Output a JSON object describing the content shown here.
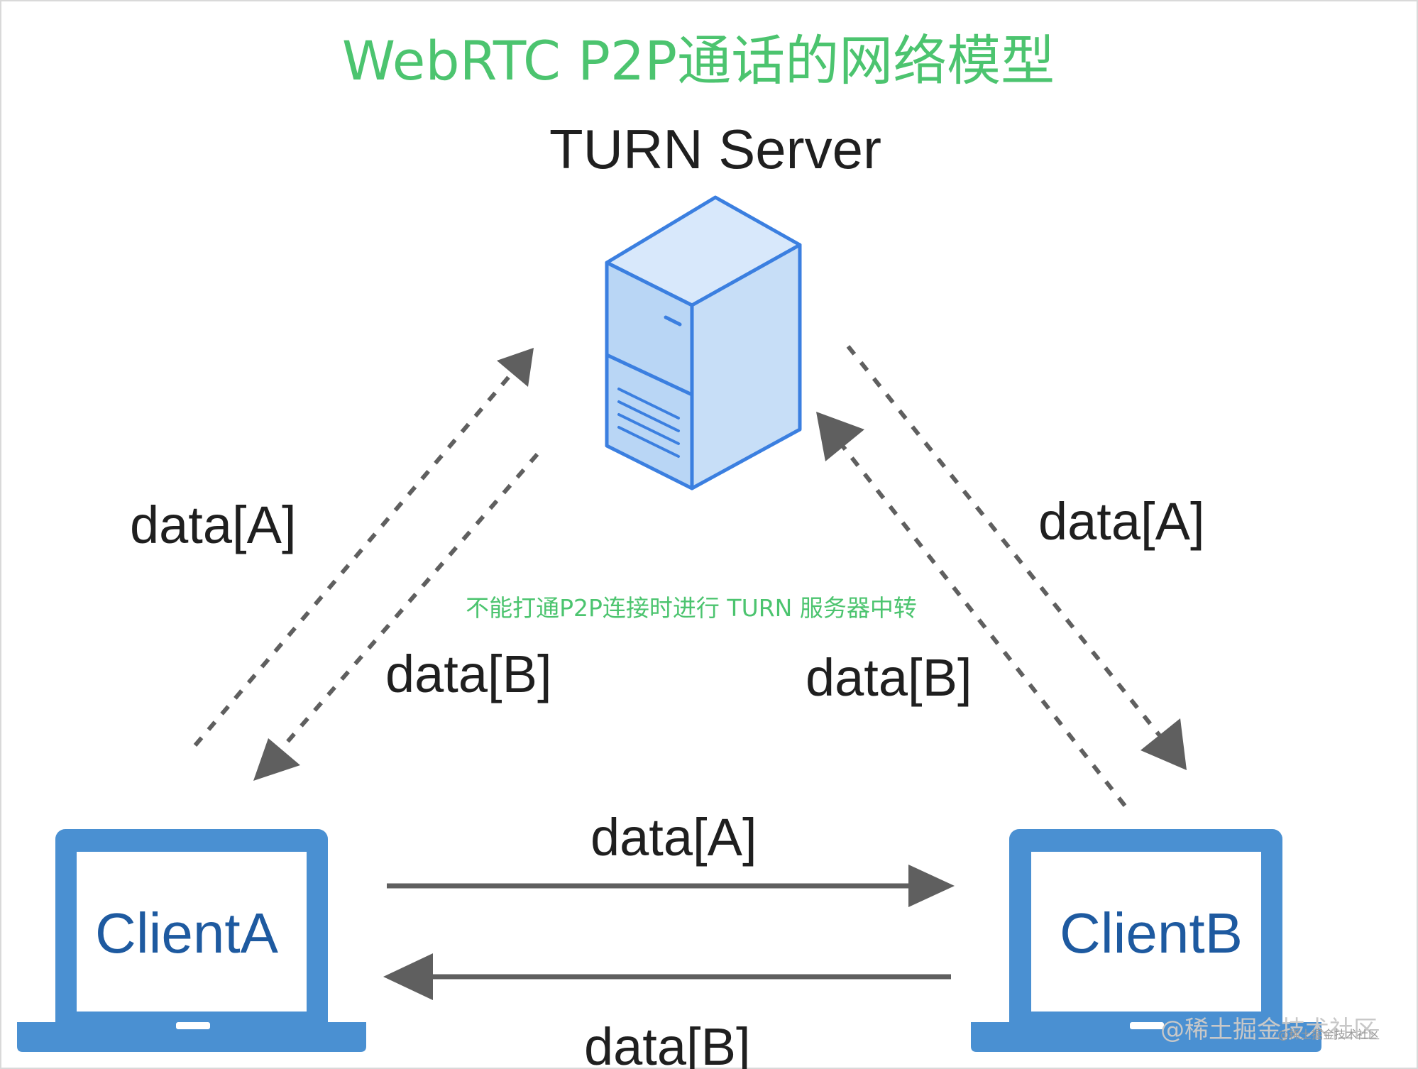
{
  "title": "WebRTC P2P通话的网络模型",
  "server": {
    "label": "TURN Server",
    "icon": "server-tower-icon"
  },
  "relay_note": "不能打通P2P连接时进行 TURN 服务器中转",
  "clients": {
    "a": {
      "label": "ClientA",
      "icon": "laptop-icon"
    },
    "b": {
      "label": "ClientB",
      "icon": "laptop-icon"
    }
  },
  "links": {
    "a_to_server_label": "data[A]",
    "server_to_a_label": "data[B]",
    "server_to_b_label": "data[A]",
    "b_to_server_label": "data[B]",
    "a_to_b_label": "data[A]",
    "b_to_a_label": "data[B]"
  },
  "watermark": {
    "main": "@稀土掘金技术社区",
    "small": "@稀土掘金技术社区"
  },
  "colors": {
    "title": "#4cc46f",
    "note": "#4cc46f",
    "laptop": "#4a90d2",
    "client_text": "#1e5aa0",
    "server_fill": "#b9d6f5",
    "server_stroke": "#3b7fe0",
    "arrow": "#5f5f5f"
  }
}
